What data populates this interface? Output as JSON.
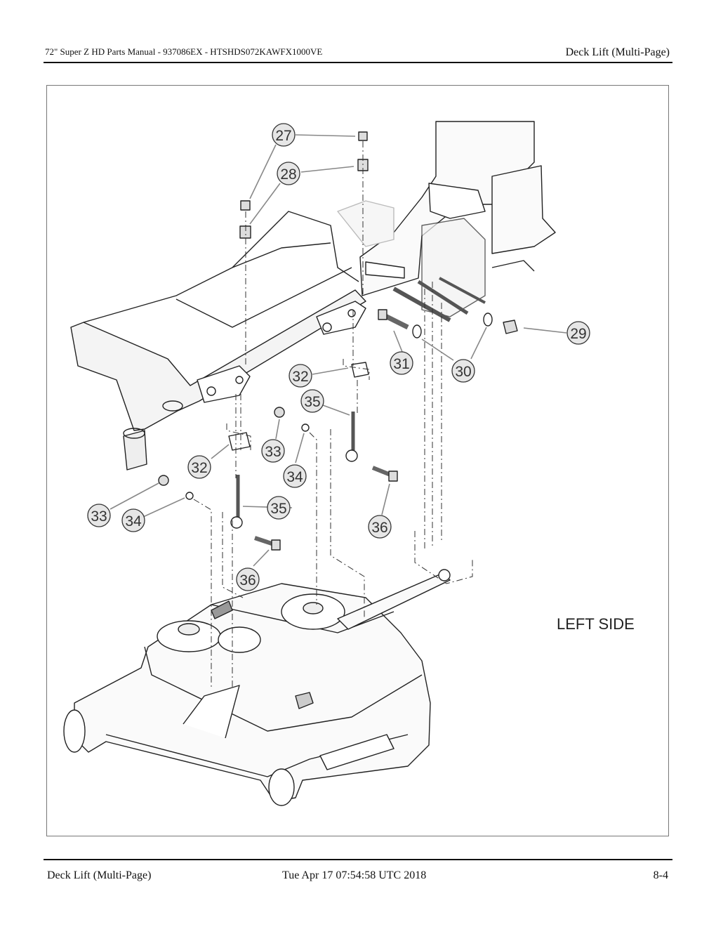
{
  "header": {
    "left": "72\" Super Z HD Parts Manual - 937086EX - HTSHDS072KAWFX1000VE",
    "right": "Deck Lift (Multi-Page)"
  },
  "figure": {
    "side_label": "LEFT SIDE",
    "callouts": [
      "27",
      "28",
      "29",
      "30",
      "31",
      "32",
      "32",
      "33",
      "33",
      "34",
      "34",
      "35",
      "35",
      "36",
      "36"
    ]
  },
  "footer": {
    "left": "Deck Lift (Multi-Page)",
    "center": "Tue Apr 17 07:54:58 UTC 2018",
    "right": "8-4"
  },
  "colors": {
    "line": "#222222",
    "callout_fill": "#e6e6e6",
    "leader": "#888888"
  }
}
